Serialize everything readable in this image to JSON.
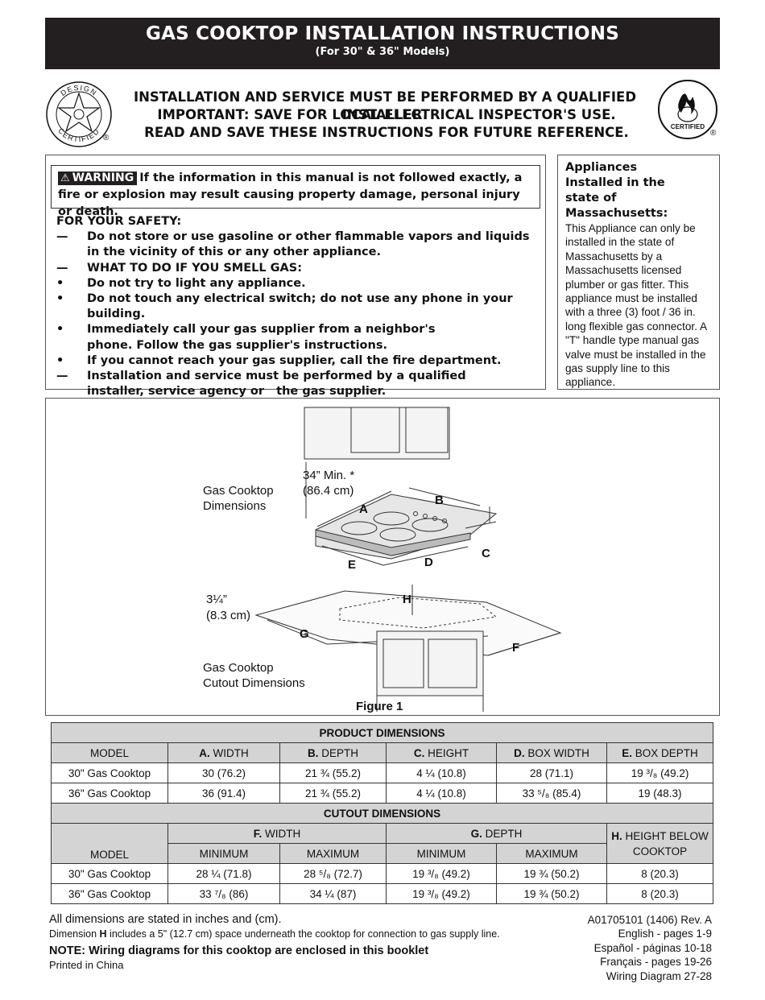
{
  "header": {
    "title": "GAS COOKTOP INSTALLATION INSTRUCTIONS",
    "subtitle": "(For 30\" & 36\" Models)"
  },
  "logos": {
    "left_text_top": "DESIGN",
    "left_text_bottom": "CERTIFIED",
    "right_text": "CERTIFIED",
    "registered": "®"
  },
  "notices": [
    "INSTALLATION AND SERVICE MUST BE PERFORMED BY A QUALIFIED INSTALLER.",
    "IMPORTANT: SAVE FOR LOCAL ELECTRICAL INSPECTOR'S USE.",
    "READ AND SAVE THESE INSTRUCTIONS FOR FUTURE REFERENCE."
  ],
  "warning": {
    "label": "WARNING",
    "text": "If the information in this manual is not followed exactly, a fire or explosion may result causing property damage, personal injury or death."
  },
  "safety": {
    "heading": "FOR YOUR SAFETY:",
    "items": [
      {
        "bullet": "—",
        "text": "Do not store or use gasoline or other flammable vapors and liquids in the vicinity of this or any other appliance."
      },
      {
        "bullet": "—",
        "text": "WHAT TO DO IF YOU SMELL GAS:"
      },
      {
        "bullet": "•",
        "text": "Do not try to light any appliance."
      },
      {
        "bullet": "•",
        "text": "Do not touch any electrical switch; do not use any phone in your building."
      },
      {
        "bullet": "•",
        "text": "Immediately call your gas supplier from a neighbor's phone. Follow the gas supplier's instructions."
      },
      {
        "bullet": "•",
        "text": "If you cannot reach your gas supplier, call the fire department."
      },
      {
        "bullet": "—",
        "text": "Installation and service must be performed by a qualified installer, service agency or   the gas supplier."
      }
    ]
  },
  "massachusetts": {
    "title": "Appliances Installed in the state of Massachusetts:",
    "text": "This Appliance can only be installed in the state of Massachusetts by a Massachusetts licensed plumber or gas fitter. This appliance must be installed with a three (3) foot / 36 in. long flexible gas connector. A \"T\" handle type manual gas valve must be installed in the gas supply line to this appliance."
  },
  "figure": {
    "caption": "Figure 1",
    "min_clearance_1": "34” Min. *",
    "min_clearance_2": "(86.4 cm)",
    "dims_label_1": "Gas Cooktop",
    "dims_label_2": "Dimensions",
    "cutout_label_1": "Gas Cooktop",
    "cutout_label_2": "Cutout Dimensions",
    "depth_note_1": "3¼”",
    "depth_note_2": "(8.3 cm)",
    "letters": {
      "A": "A",
      "B": "B",
      "C": "C",
      "D": "D",
      "E": "E",
      "F": "F",
      "G": "G",
      "H": "H"
    }
  },
  "product_table": {
    "title": "PRODUCT DIMENSIONS",
    "headers": [
      {
        "letter": "",
        "label": "MODEL"
      },
      {
        "letter": "A.",
        "label": " WIDTH"
      },
      {
        "letter": "B.",
        "label": " DEPTH"
      },
      {
        "letter": "C.",
        "label": " HEIGHT"
      },
      {
        "letter": "D.",
        "label": " BOX WIDTH"
      },
      {
        "letter": "E.",
        "label": " BOX DEPTH"
      }
    ],
    "rows": [
      [
        "30\" Gas Cooktop",
        "30 (76.2)",
        "21 ¾ (55.2)",
        "4 ¼ (10.8)",
        "28 (71.1)",
        "19 ³/₈ (49.2)"
      ],
      [
        "36\" Gas Cooktop",
        "36 (91.4)",
        "21 ¾ (55.2)",
        "4 ¼ (10.8)",
        "33 ⁵/₈ (85.4)",
        "19 (48.3)"
      ]
    ]
  },
  "cutout_table": {
    "title": "CUTOUT DIMENSIONS",
    "group_f": {
      "letter": "F.",
      "label": " WIDTH"
    },
    "group_g": {
      "letter": "G.",
      "label": " DEPTH"
    },
    "group_h": {
      "letter": "H.",
      "label": " HEIGHT BELOW COOKTOP"
    },
    "model_label": "MODEL",
    "sub_headers": [
      "MINIMUM",
      "MAXIMUM",
      "MINIMUM",
      "MAXIMUM"
    ],
    "rows": [
      [
        "30\" Gas Cooktop",
        "28 ¼ (71.8)",
        "28 ⁵/₈ (72.7)",
        "19 ³/₈ (49.2)",
        "19 ¾ (50.2)",
        "8 (20.3)"
      ],
      [
        "36\" Gas Cooktop",
        "33 ⁷/₈ (86)",
        "34 ¼ (87)",
        "19 ³/₈ (49.2)",
        "19 ¾ (50.2)",
        "8 (20.3)"
      ]
    ]
  },
  "footer": {
    "note1": "All dimensions are stated in inches and (cm).",
    "note2_pre": "Dimension ",
    "note2_letter": "H",
    "note2_post": " includes a 5\" (12.7 cm) space underneath the cooktop for connection to gas supply line.",
    "wiring_note": "NOTE: Wiring diagrams for this cooktop are enclosed in this booklet",
    "printed": "Printed in China",
    "doc_number": "A01705101 (1406) Rev. A",
    "languages": [
      "English - pages 1-9",
      "Español - páginas 10-18",
      "Français - pages 19-26",
      "Wiring Diagram 27-28"
    ]
  }
}
